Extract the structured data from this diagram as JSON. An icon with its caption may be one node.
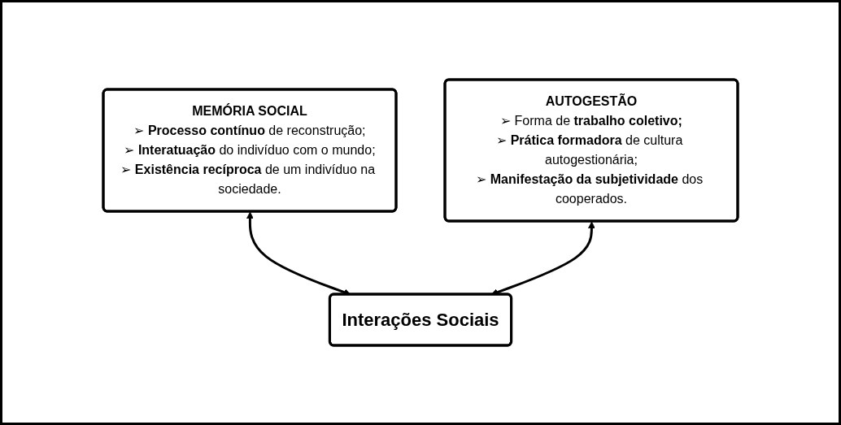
{
  "diagram": {
    "nodes": [
      {
        "text": [
          "MEMÓRIA SOCIAL",
          "➢ **Processo contínuo** de reconstrução;",
          "➢ **Interatuação** do indivíduo com o mundo;",
          "➢ **Existência recíproca** de um indivíduo na sociedade."
        ]
      },
      {
        "text": [
          "AUTOGESTÃO",
          "➢ Forma de **trabalho coletivo;**",
          "➢ **Prática formadora** de cultura autogestionária;",
          "➢ **Manifestação da subjetividade** dos cooperados."
        ]
      },
      {
        "text": [
          "Interações Sociais"
        ]
      }
    ],
    "edges": [
      {
        "from": 0,
        "to": 2,
        "arrow": "both"
      },
      {
        "from": 1,
        "to": 2,
        "arrow": "both"
      }
    ]
  }
}
